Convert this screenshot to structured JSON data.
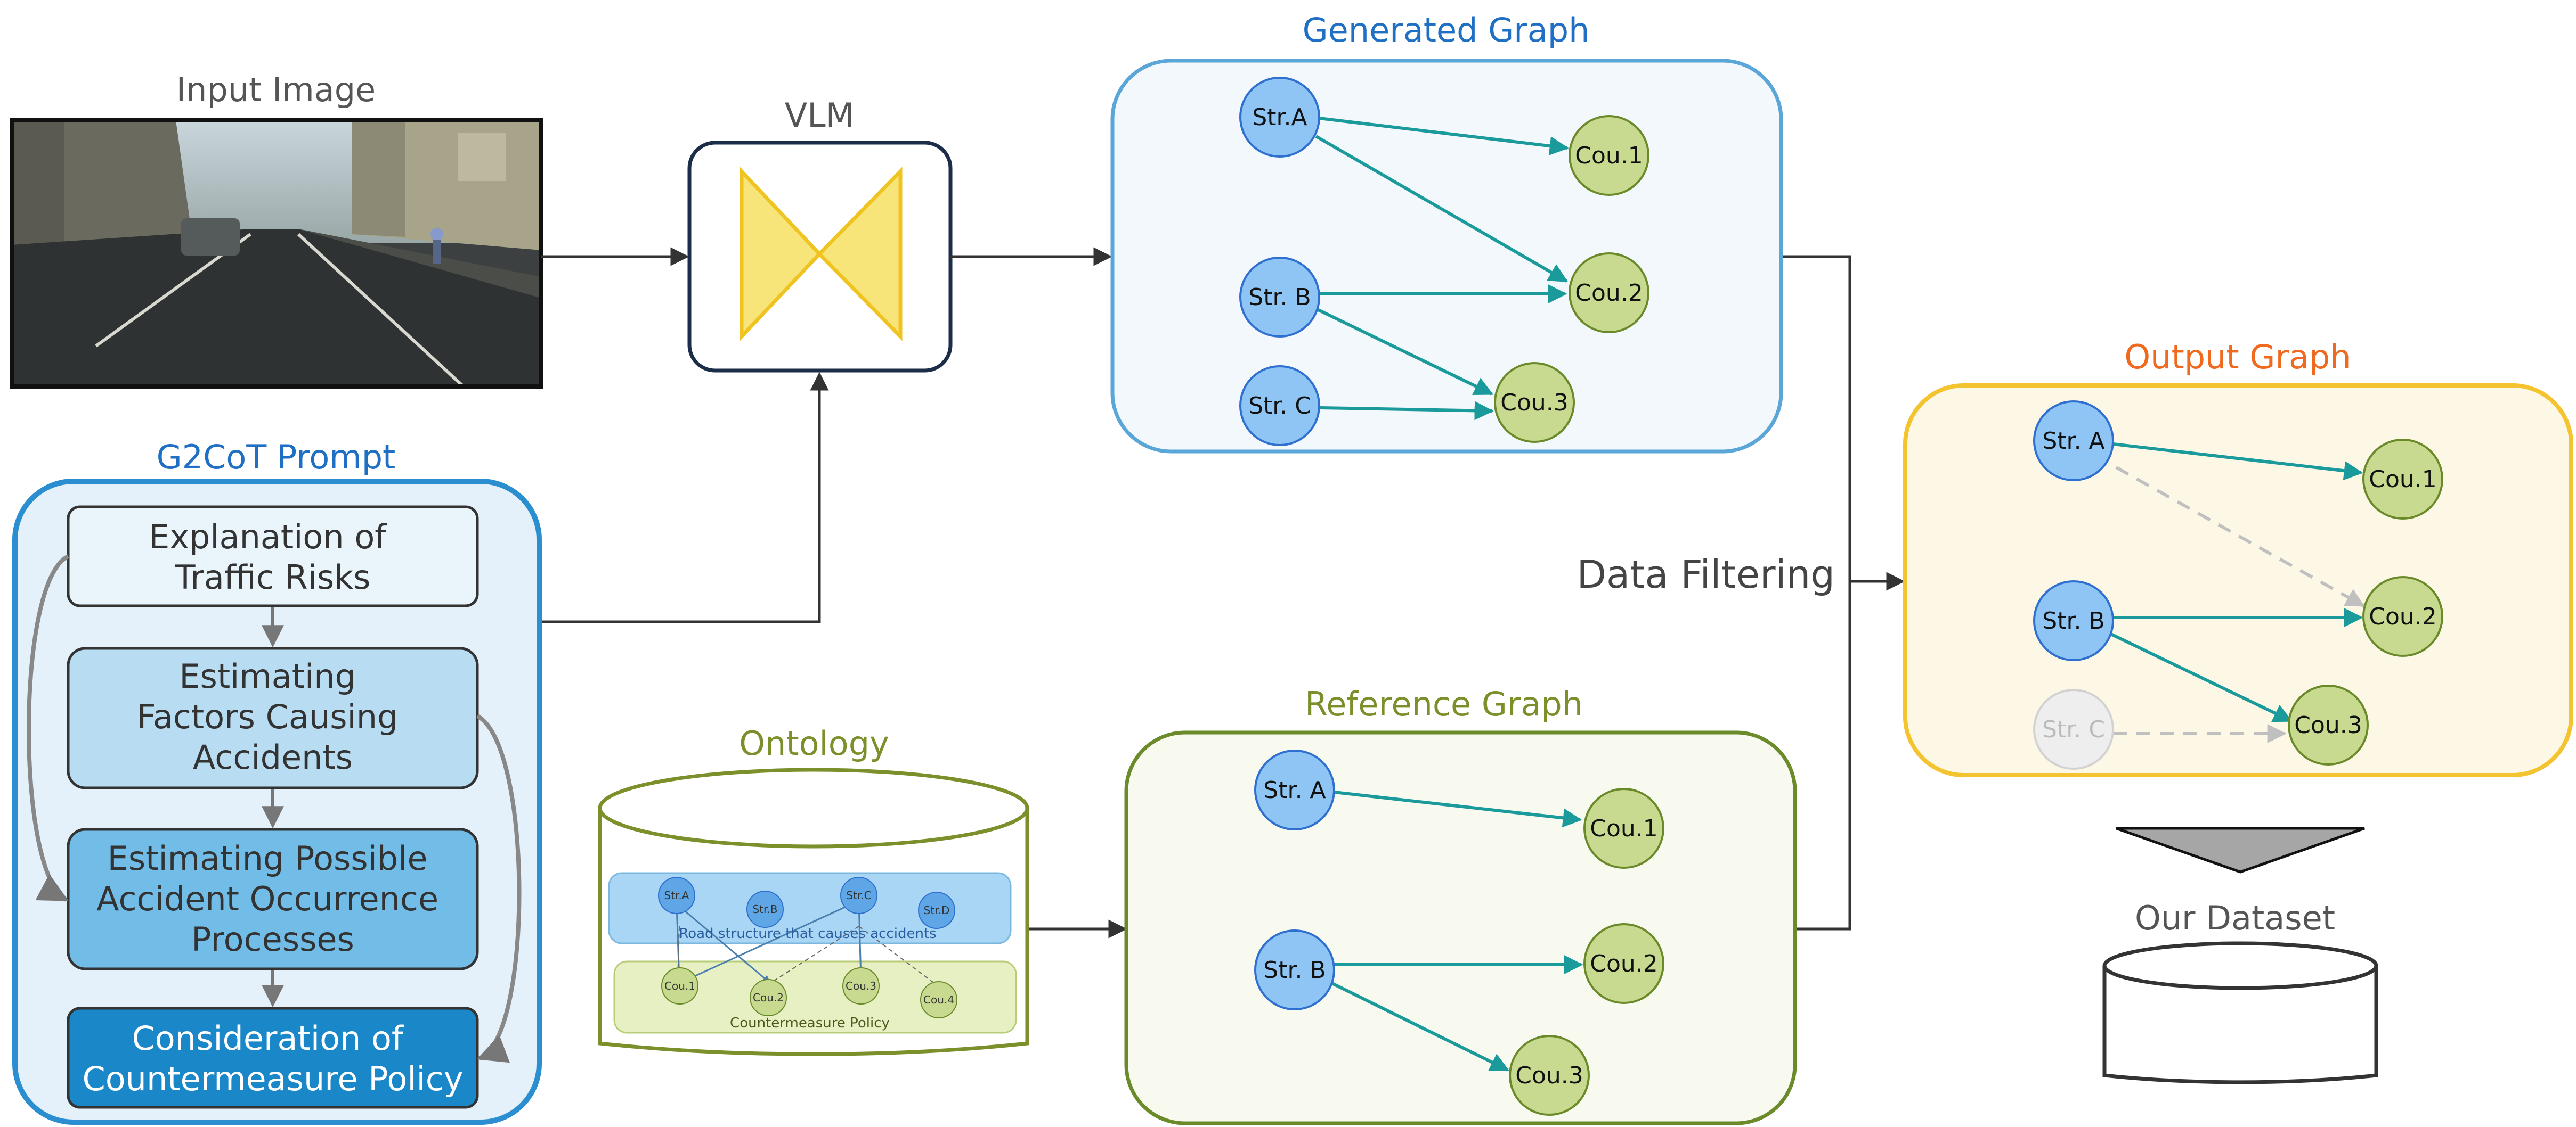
{
  "input": {
    "title": "Input Image"
  },
  "vlm": {
    "title": "VLM"
  },
  "prompt": {
    "title": "G2CoT Prompt",
    "steps": [
      [
        "Explanation of",
        "Traffic Risks"
      ],
      [
        "Estimating",
        "Factors Causing",
        "Accidents"
      ],
      [
        "Estimating Possible",
        "Accident Occurrence",
        "Processes"
      ],
      [
        "Consideration of",
        "Countermeasure Policy"
      ]
    ]
  },
  "generated": {
    "title": "Generated Graph",
    "nodes": {
      "sa": "Str.A",
      "sb": "Str. B",
      "sc": "Str. C",
      "c1": "Cou.1",
      "c2": "Cou.2",
      "c3": "Cou.3"
    }
  },
  "ontology": {
    "title": "Ontology",
    "structures": [
      "Str.A",
      "Str.B",
      "Str.C",
      "Str.D"
    ],
    "structure_label": "Road structure that causes accidents",
    "countermeasures": [
      "Cou.1",
      "Cou.2",
      "Cou.3",
      "Cou.4"
    ],
    "countermeasure_label": "Countermeasure Policy"
  },
  "reference": {
    "title": "Reference Graph",
    "nodes": {
      "sa": "Str. A",
      "sb": "Str. B",
      "c1": "Cou.1",
      "c2": "Cou.2",
      "c3": "Cou.3"
    }
  },
  "filter": {
    "label": "Data Filtering"
  },
  "output": {
    "title": "Output Graph",
    "nodes": {
      "sa": "Str. A",
      "sb": "Str. B",
      "sc": "Str. C",
      "c1": "Cou.1",
      "c2": "Cou.2",
      "c3": "Cou.3"
    }
  },
  "dataset": {
    "title": "Our Dataset"
  },
  "colors": {
    "structure_node": "#8ec5f5",
    "countermeasure_node": "#c8d990",
    "edge": "#1a9a9a",
    "edge_dashed": "#c0c0c0",
    "vlm_shape": "#f7e57a"
  }
}
